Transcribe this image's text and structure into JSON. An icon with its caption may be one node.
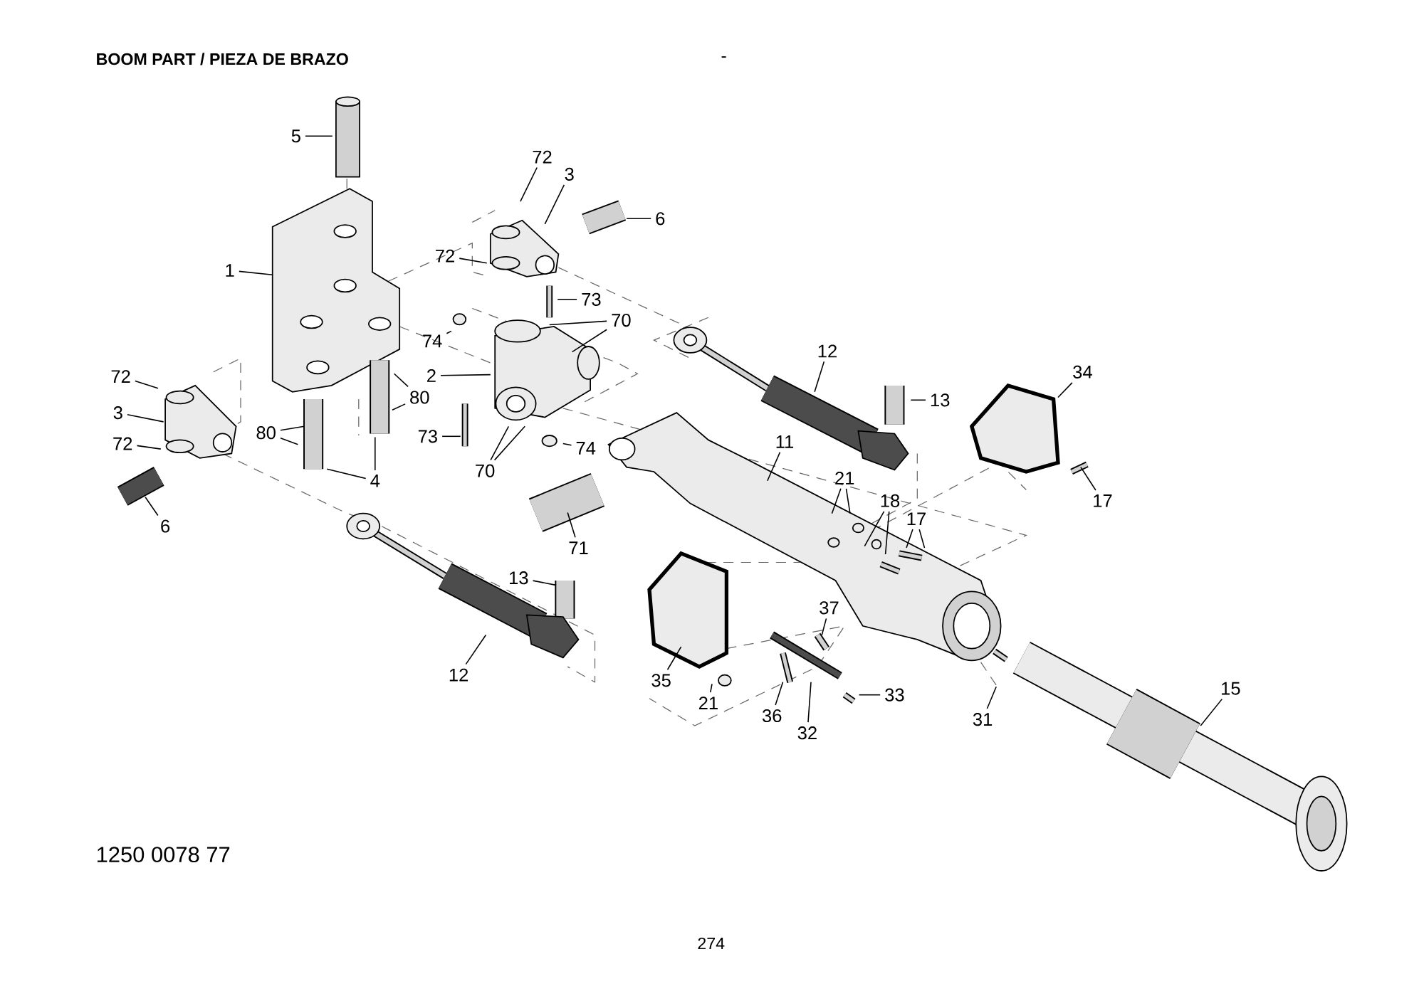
{
  "diagram": {
    "title": "BOOM PART / PIEZA DE BRAZO",
    "nodes": [
      {
        "text": [
          "5"
        ]
      },
      {
        "text": [
          "72"
        ]
      },
      {
        "text": [
          "3"
        ]
      },
      {
        "text": [
          "6"
        ]
      },
      {
        "text": [
          "72"
        ]
      },
      {
        "text": [
          "1"
        ]
      },
      {
        "text": [
          "73"
        ]
      },
      {
        "text": [
          "70"
        ]
      },
      {
        "text": [
          "74"
        ]
      },
      {
        "text": [
          "12"
        ]
      },
      {
        "text": [
          "2"
        ]
      },
      {
        "text": [
          "72"
        ]
      },
      {
        "text": [
          "34"
        ]
      },
      {
        "text": [
          "80"
        ]
      },
      {
        "text": [
          "13"
        ]
      },
      {
        "text": [
          "3"
        ]
      },
      {
        "text": [
          "80"
        ]
      },
      {
        "text": [
          "73"
        ]
      },
      {
        "text": [
          "72"
        ]
      },
      {
        "text": [
          "74"
        ]
      },
      {
        "text": [
          "11"
        ]
      },
      {
        "text": [
          "70"
        ]
      },
      {
        "text": [
          "4"
        ]
      },
      {
        "text": [
          "21"
        ]
      },
      {
        "text": [
          "6"
        ]
      },
      {
        "text": [
          "18"
        ]
      },
      {
        "text": [
          "17"
        ]
      },
      {
        "text": [
          "17"
        ]
      },
      {
        "text": [
          "71"
        ]
      },
      {
        "text": [
          "13"
        ]
      },
      {
        "text": [
          "37"
        ]
      },
      {
        "text": [
          "35"
        ]
      },
      {
        "text": [
          "12"
        ]
      },
      {
        "text": [
          "21"
        ]
      },
      {
        "text": [
          "33"
        ]
      },
      {
        "text": [
          "36"
        ]
      },
      {
        "text": [
          "31"
        ]
      },
      {
        "text": [
          "32"
        ]
      },
      {
        "text": [
          "15"
        ]
      }
    ],
    "edges": [
      {
        "from": 0,
        "to": null,
        "arrow": "none"
      },
      {
        "from": 1,
        "to": null,
        "arrow": "none"
      },
      {
        "from": 2,
        "to": null,
        "arrow": "none"
      },
      {
        "from": 3,
        "to": null,
        "arrow": "none"
      },
      {
        "from": 4,
        "to": null,
        "arrow": "none"
      },
      {
        "from": 5,
        "to": null,
        "arrow": "none"
      },
      {
        "from": 6,
        "to": null,
        "arrow": "none"
      },
      {
        "from": 7,
        "to": null,
        "arrow": "none"
      },
      {
        "from": 7,
        "to": null,
        "arrow": "none"
      },
      {
        "from": 8,
        "to": null,
        "arrow": "none"
      },
      {
        "from": 9,
        "to": null,
        "arrow": "none"
      },
      {
        "from": 10,
        "to": null,
        "arrow": "none"
      },
      {
        "from": 11,
        "to": null,
        "arrow": "none"
      },
      {
        "from": 12,
        "to": null,
        "arrow": "none"
      },
      {
        "from": 13,
        "to": null,
        "arrow": "none"
      },
      {
        "from": 13,
        "to": null,
        "arrow": "none"
      },
      {
        "from": 14,
        "to": null,
        "arrow": "none"
      },
      {
        "from": 15,
        "to": null,
        "arrow": "none"
      },
      {
        "from": 16,
        "to": null,
        "arrow": "none"
      },
      {
        "from": 16,
        "to": null,
        "arrow": "none"
      },
      {
        "from": 17,
        "to": null,
        "arrow": "none"
      },
      {
        "from": 18,
        "to": null,
        "arrow": "none"
      },
      {
        "from": 19,
        "to": null,
        "arrow": "none"
      },
      {
        "from": 20,
        "to": null,
        "arrow": "none"
      },
      {
        "from": 21,
        "to": null,
        "arrow": "none"
      },
      {
        "from": 21,
        "to": null,
        "arrow": "none"
      },
      {
        "from": 22,
        "to": null,
        "arrow": "none"
      },
      {
        "from": 22,
        "to": null,
        "arrow": "none"
      },
      {
        "from": 23,
        "to": null,
        "arrow": "none"
      },
      {
        "from": 23,
        "to": null,
        "arrow": "none"
      },
      {
        "from": 24,
        "to": null,
        "arrow": "none"
      },
      {
        "from": 25,
        "to": null,
        "arrow": "none"
      },
      {
        "from": 25,
        "to": null,
        "arrow": "none"
      },
      {
        "from": 26,
        "to": null,
        "arrow": "none"
      },
      {
        "from": 26,
        "to": null,
        "arrow": "none"
      },
      {
        "from": 27,
        "to": null,
        "arrow": "none"
      },
      {
        "from": 28,
        "to": null,
        "arrow": "none"
      },
      {
        "from": 29,
        "to": null,
        "arrow": "none"
      },
      {
        "from": 30,
        "to": null,
        "arrow": "none"
      },
      {
        "from": 31,
        "to": null,
        "arrow": "none"
      },
      {
        "from": 32,
        "to": null,
        "arrow": "none"
      },
      {
        "from": 33,
        "to": null,
        "arrow": "none"
      },
      {
        "from": 34,
        "to": null,
        "arrow": "none"
      },
      {
        "from": 35,
        "to": null,
        "arrow": "none"
      },
      {
        "from": 36,
        "to": null,
        "arrow": "none"
      },
      {
        "from": 37,
        "to": null,
        "arrow": "none"
      },
      {
        "from": 38,
        "to": null,
        "arrow": "none"
      }
    ],
    "labels": [
      "-",
      "1250 0078 77",
      "274"
    ]
  }
}
